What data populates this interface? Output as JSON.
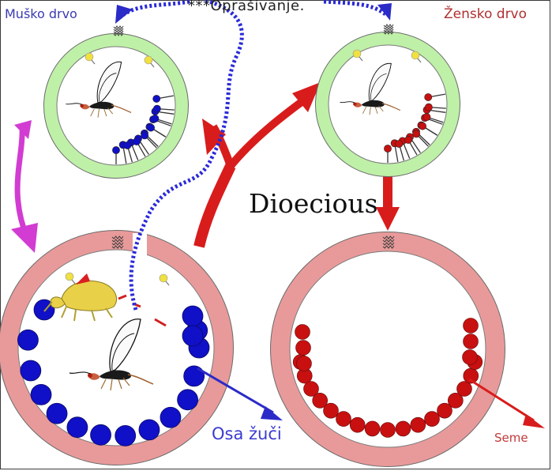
{
  "title": "***Oprašivanje.",
  "labels": {
    "male_tree": "Muško drvo",
    "female_tree": "Žensko drvo",
    "system": "Dioecious",
    "wasp_galls": "Osa žuči",
    "seed": "Seme"
  },
  "colors": {
    "male_flower": "#1010c8",
    "female_flower": "#c81010",
    "syconium_young": "#bff0a8",
    "syconium_mature": "#e89a9a",
    "arrow_red": "#d81c1c",
    "arrow_blue": "#2b2bc8",
    "arrow_magenta": "#d23cd2",
    "dotted_path": "#2a2ad8",
    "pollen": "#f0e040",
    "wasp_yellow": "#e8d048"
  },
  "icons": [
    "fig-wasp-icon",
    "pollen-icon",
    "yellow-wasp-icon"
  ]
}
